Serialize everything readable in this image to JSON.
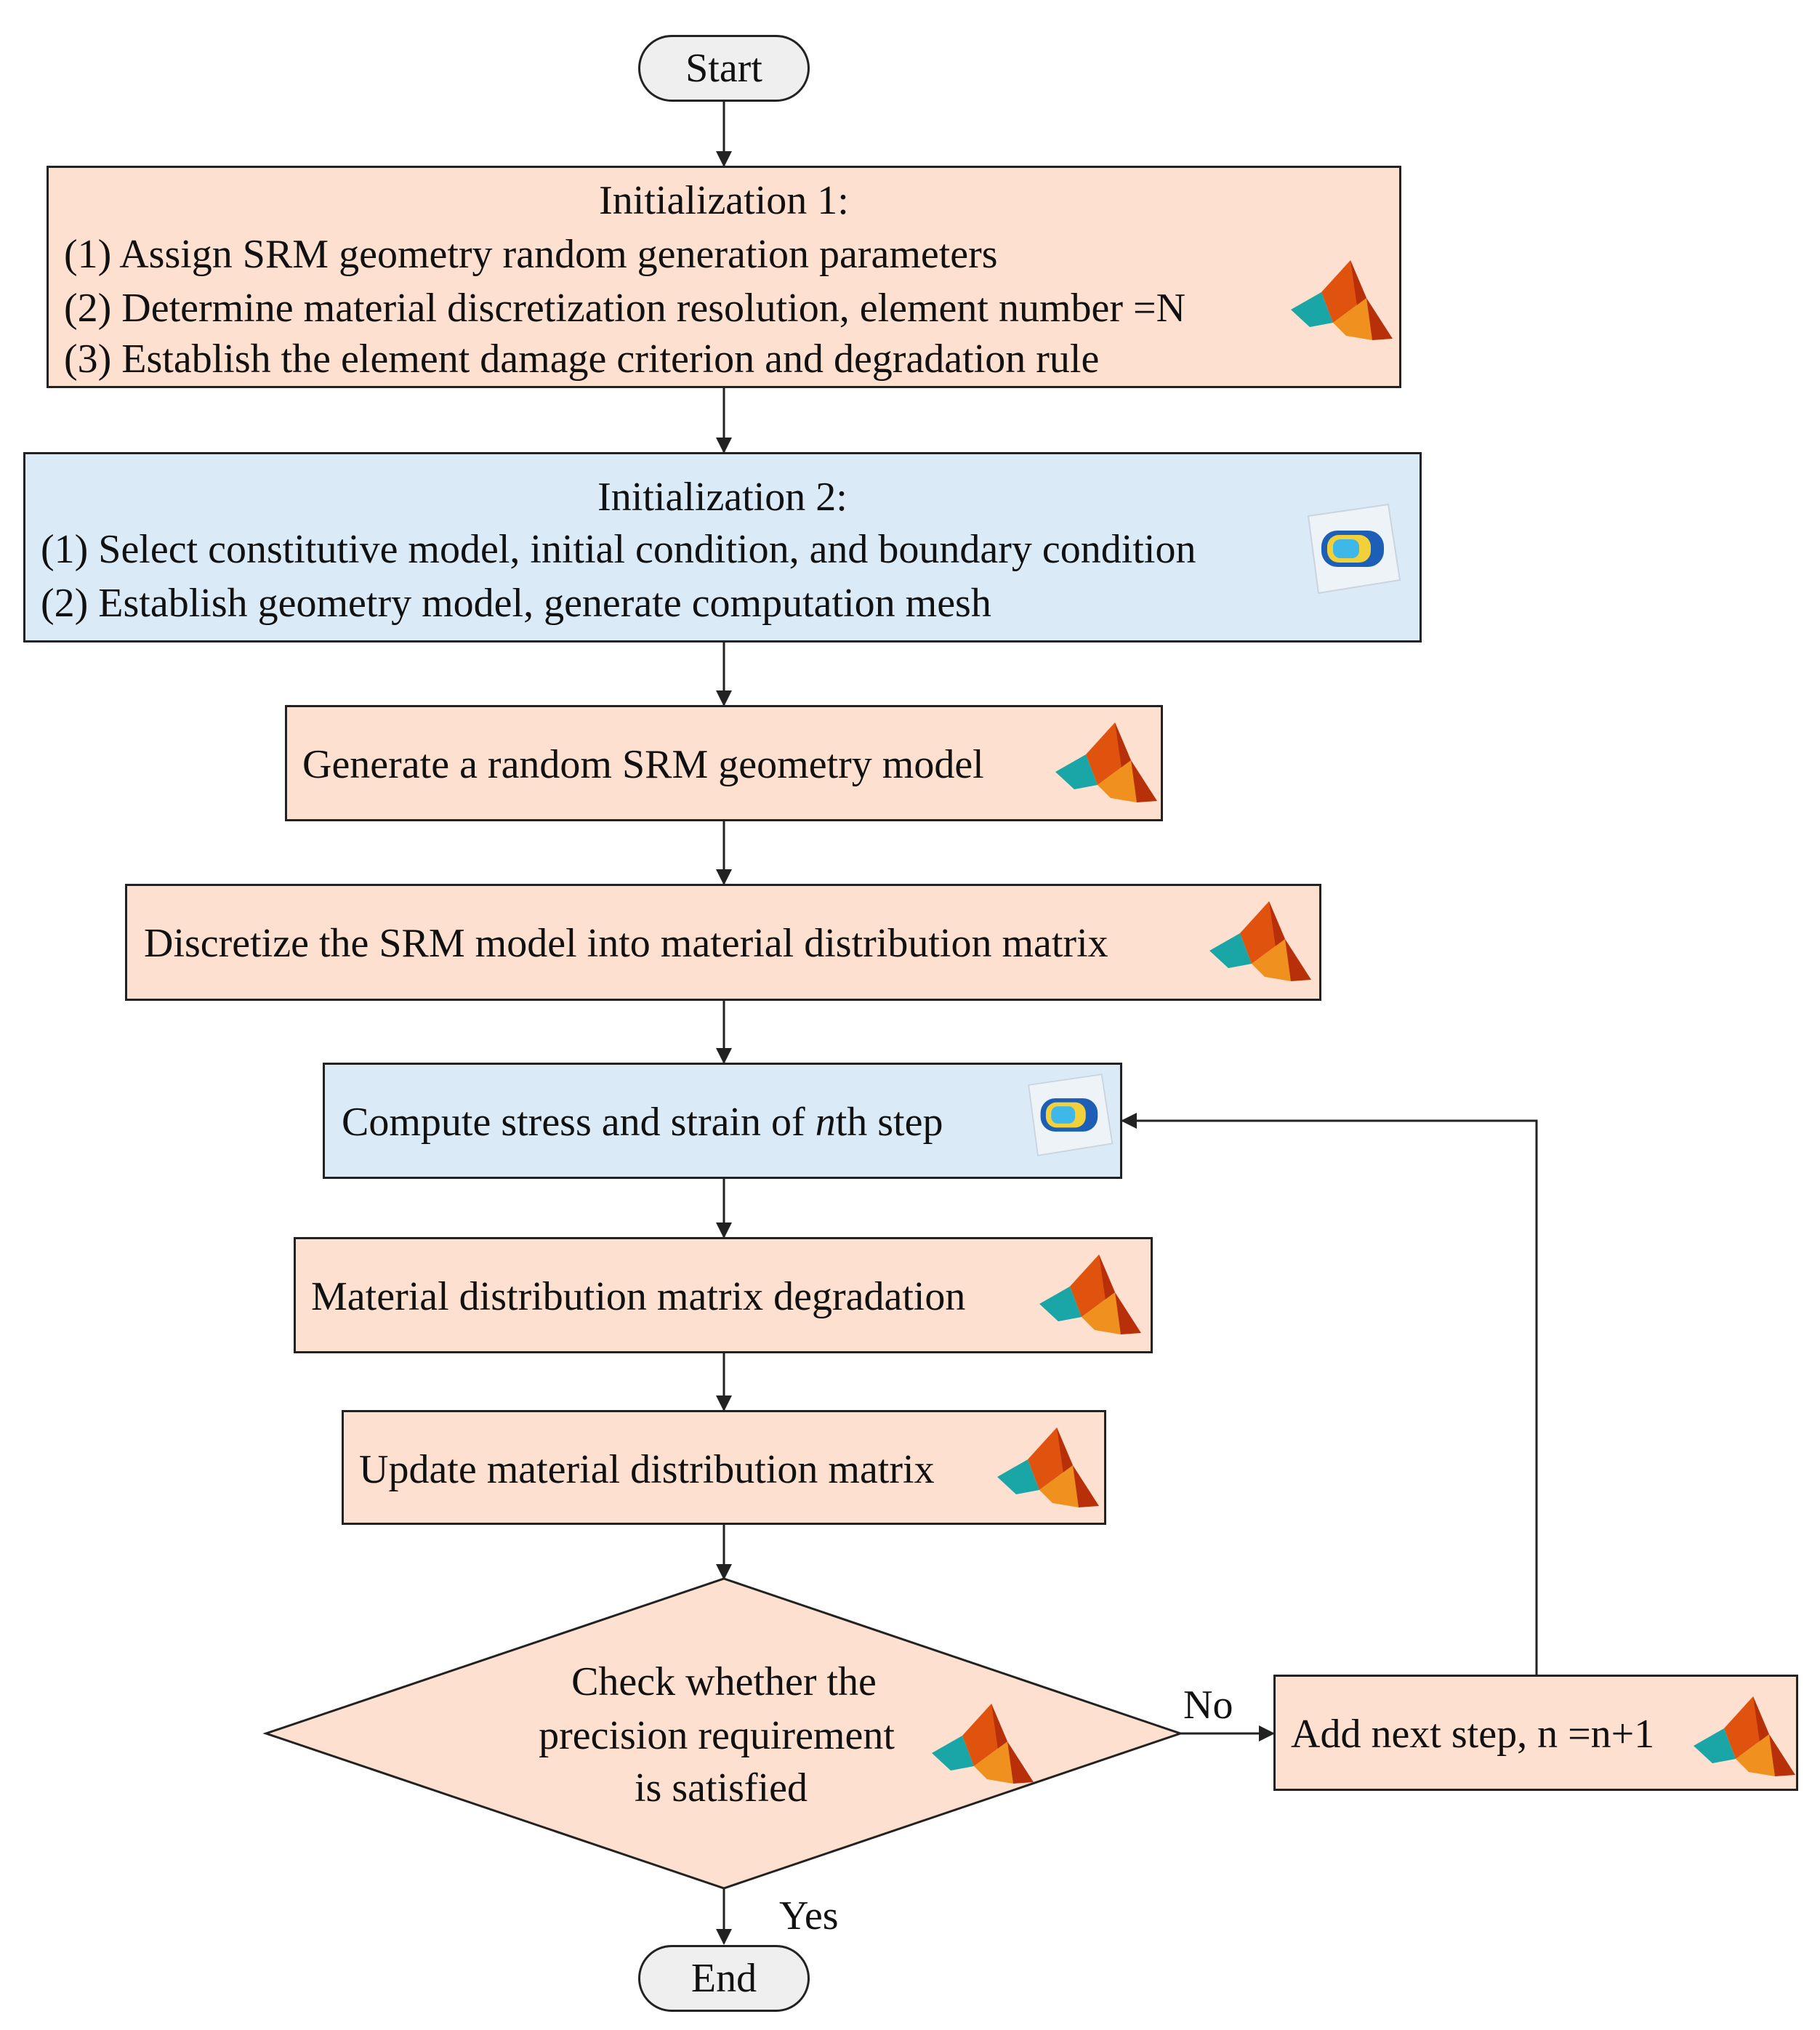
{
  "start": "Start",
  "end": "End",
  "init1": {
    "title": "Initialization 1:",
    "items": [
      "(1)  Assign SRM geometry random generation parameters",
      "(2)  Determine material discretization resolution, element number =N",
      "(3)  Establish the element damage criterion and degradation rule"
    ],
    "icon": "matlab-icon"
  },
  "init2": {
    "title": "Initialization 2:",
    "items": [
      "(1)  Select constitutive model, initial condition, and boundary condition",
      "(2)  Establish geometry model, generate computation mesh"
    ],
    "icon": "comsol-icon"
  },
  "steps": {
    "generate": "Generate a random SRM geometry model",
    "discretize": "Discretize the SRM model into material distribution matrix",
    "compute_prefix": "Compute stress and strain of ",
    "compute_var": "n",
    "compute_suffix": "th step",
    "degradation": "Material distribution matrix degradation",
    "update": "Update material distribution matrix",
    "add_step": "Add next step, n =n+1"
  },
  "decision": {
    "lines": [
      "Check whether the",
      "precision requirement",
      "is satisfied"
    ],
    "no": "No",
    "yes": "Yes"
  },
  "colors": {
    "matlab_box": "#fde0cf",
    "comsol_box": "#daeaf7",
    "terminal": "#efefef",
    "line": "#222222"
  }
}
